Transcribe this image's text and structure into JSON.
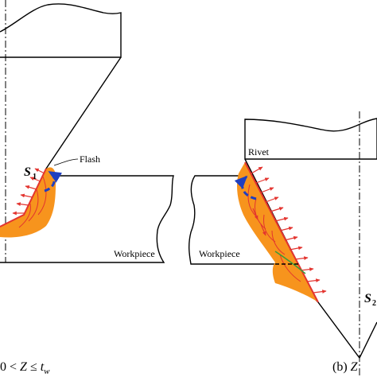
{
  "left_panel": {
    "flash_label": "Flash",
    "workpiece_label": "Workpiece",
    "surface_symbol": "S",
    "surface_index": "1",
    "caption": {
      "prefix": "0 < ",
      "var": "Z",
      "rel": " ≤ ",
      "tw": "t",
      "tw_sub": "w"
    }
  },
  "right_panel": {
    "rivet_label": "Rivet",
    "workpiece_label": "Workpiece",
    "surface_symbol": "S",
    "surface_index": "2",
    "caption": {
      "prefix": "(b)  ",
      "var": "Z"
    }
  },
  "colors": {
    "material": "#f7941d",
    "arrow": "#e3342f",
    "flow_line": "#e3342f",
    "blue_arrow": "#1f3fbf",
    "green_line": "#3a9a3a",
    "outline": "#000000"
  }
}
